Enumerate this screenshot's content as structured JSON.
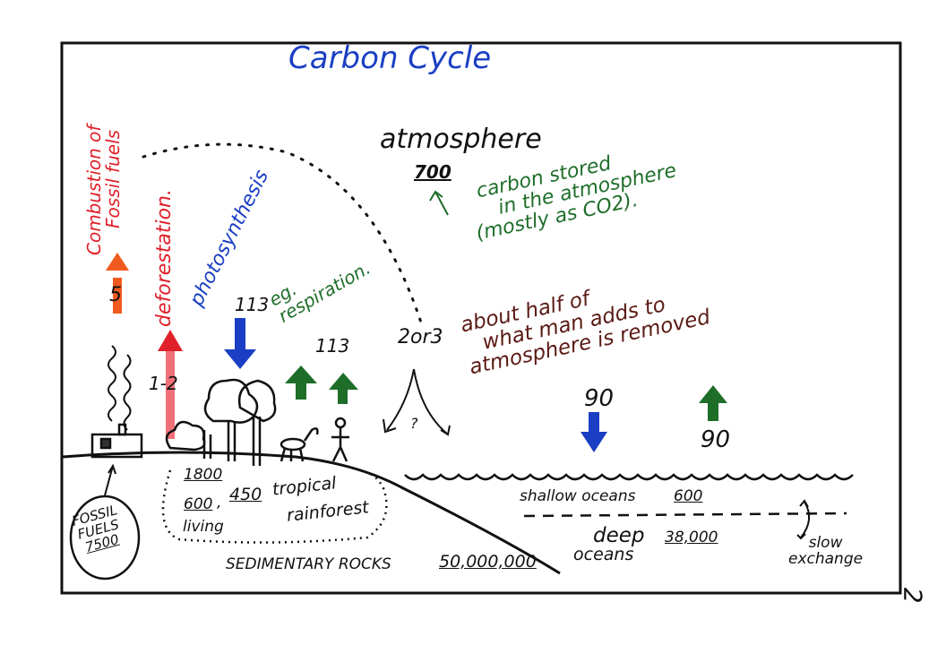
{
  "title": "Carbon Cycle",
  "page_number": "2",
  "atmosphere": {
    "label": "atmosphere",
    "value": "700"
  },
  "atmosphere_note": {
    "line1": "carbon stored",
    "line2": "in the atmosphere",
    "line3": "(mostly as CO2)."
  },
  "fossil_fuel_combustion": {
    "label_line1": "Combustion of",
    "label_line2": "Fossil fuels",
    "value": "5"
  },
  "deforestation": {
    "label": "deforestation.",
    "value": "1-2"
  },
  "photosynthesis": {
    "label": "photosynthesis",
    "value": "113"
  },
  "respiration": {
    "label_line1": "eg.",
    "label_line2": "respiration.",
    "value": "113"
  },
  "ocean_uptake": {
    "value": "2or3",
    "unknown": "?"
  },
  "removal_note": {
    "line1": "about half of",
    "line2": "what man adds to",
    "line3": "atmosphere is removed"
  },
  "ocean_exchange": {
    "down_value": "90",
    "up_value": "90"
  },
  "land_biomass": {
    "total": "1800",
    "living": "600",
    "living_label": "living",
    "rainforest": "450",
    "rainforest_label_1": "tropical",
    "rainforest_label_2": "rainforest"
  },
  "fossil_fuels": {
    "line1": "FOSSIL",
    "line2": "FUELS",
    "value": "7500"
  },
  "shallow_oceans": {
    "label": "shallow oceans",
    "value": "600"
  },
  "deep_oceans": {
    "label_line1": "deep",
    "label_line2": "oceans",
    "value": "38,000"
  },
  "slow_exchange": {
    "line1": "slow",
    "line2": "exchange"
  },
  "sedimentary_rocks": {
    "label": "SEDIMENTARY ROCKS",
    "value": "50,000,000"
  },
  "colors": {
    "blue": "#1a3fc4",
    "red": "#e0202a",
    "green": "#1e6e2a",
    "brown": "#5a1a14",
    "orange": "#f05a1e"
  }
}
